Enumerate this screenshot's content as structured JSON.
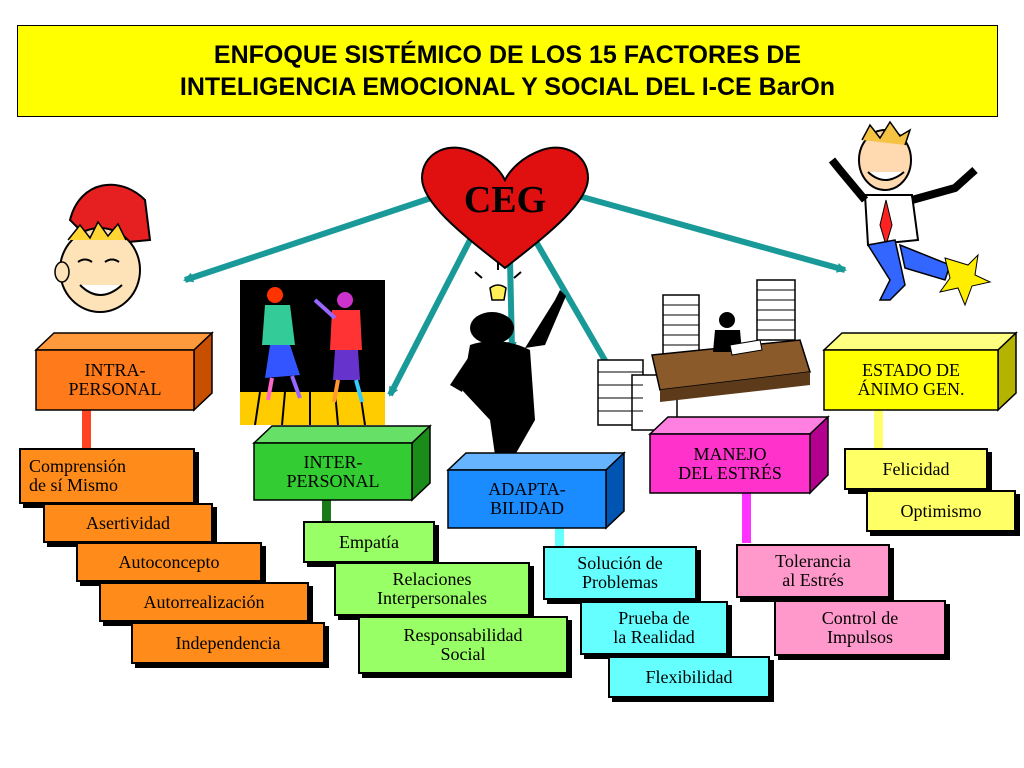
{
  "title": "ENFOQUE SISTÉMICO DE LOS 15 FACTORES DE\nINTELIGENCIA EMOCIONAL Y SOCIAL DEL I-CE BarOn",
  "center": "CEG",
  "categories": [
    {
      "label": "INTRA-\nPERSONAL",
      "color": "#ff7a1a",
      "factors": [
        "Comprensión\nde sí Mismo",
        "Asertividad",
        "Autoconcepto",
        "Autorrealización",
        "Independencia"
      ]
    },
    {
      "label": "INTER-\nPERSONAL",
      "color": "#33cc33",
      "factors": [
        "Empatía",
        "Relaciones\nInterpersonales",
        "Responsabilidad\nSocial"
      ]
    },
    {
      "label": "ADAPTA-\nBILIDAD",
      "color": "#1a8cff",
      "factors": [
        "Solución de\nProblemas",
        "Prueba de\nla Realidad",
        "Flexibilidad"
      ]
    },
    {
      "label": "MANEJO\nDEL ESTRÉS",
      "color": "#ff33cc",
      "factors": [
        "Tolerancia\nal Estrés",
        "Control de\nImpulsos"
      ]
    },
    {
      "label": "ESTADO DE\nÁNIMO GEN.",
      "color": "#ffff00",
      "factors": [
        "Felicidad",
        "Optimismo"
      ]
    }
  ],
  "colors": {
    "title_bg": "#ffff00",
    "arrows": "#1a9999",
    "heart": "#e01010"
  },
  "icons": [
    "boy-face-icon",
    "dancers-icon",
    "idea-person-icon",
    "office-desk-icon",
    "happy-man-icon"
  ]
}
